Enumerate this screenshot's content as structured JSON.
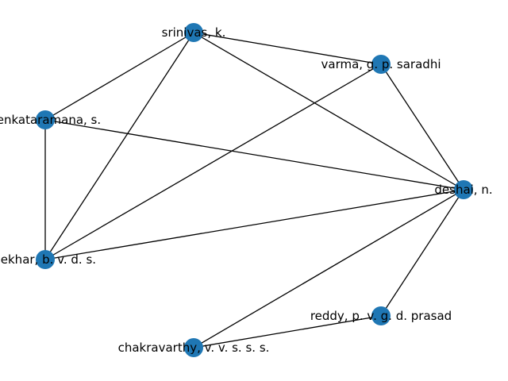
{
  "graph": {
    "node_color": "#1f77b4",
    "edge_color": "#000000",
    "nodes": [
      {
        "id": "srinivas",
        "label": "srinivas, k."
      },
      {
        "id": "varma",
        "label": "varma, g. p. saradhi"
      },
      {
        "id": "venkataramana",
        "label": "venkataramana, s."
      },
      {
        "id": "deshai",
        "label": "deshai, n."
      },
      {
        "id": "sekhar",
        "label": "sekhar, b. v. d. s."
      },
      {
        "id": "reddy",
        "label": "reddy, p. v. g. d. prasad"
      },
      {
        "id": "chakravarthy",
        "label": "chakravarthy, v. v. s. s. s."
      }
    ],
    "edges": [
      [
        "srinivas",
        "varma"
      ],
      [
        "srinivas",
        "venkataramana"
      ],
      [
        "srinivas",
        "sekhar"
      ],
      [
        "srinivas",
        "deshai"
      ],
      [
        "varma",
        "deshai"
      ],
      [
        "varma",
        "sekhar"
      ],
      [
        "venkataramana",
        "deshai"
      ],
      [
        "venkataramana",
        "sekhar"
      ],
      [
        "sekhar",
        "deshai"
      ],
      [
        "deshai",
        "reddy"
      ],
      [
        "deshai",
        "chakravarthy"
      ],
      [
        "chakravarthy",
        "reddy"
      ]
    ]
  }
}
